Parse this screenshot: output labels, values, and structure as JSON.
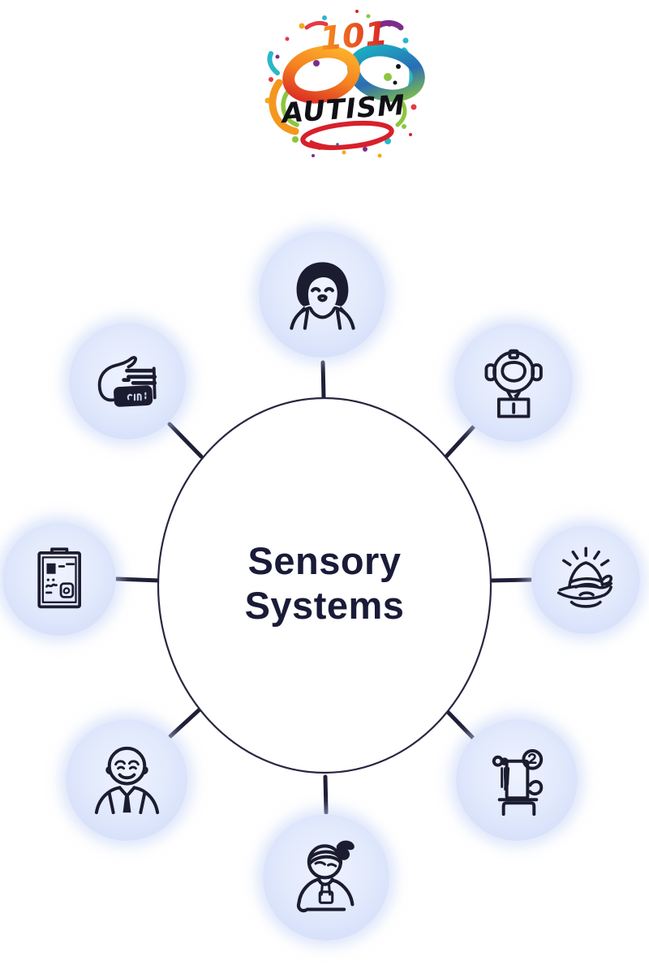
{
  "logo": {
    "number": "101",
    "brand": "AUTISM"
  },
  "diagram": {
    "title": "Sensory Systems",
    "center_shape": "ellipse",
    "nodes": [
      {
        "position": "top",
        "icon": "child-face-icon",
        "name": "child with bob haircut"
      },
      {
        "position": "top-right",
        "icon": "headphones-person-icon",
        "name": "person wearing headphones"
      },
      {
        "position": "right",
        "icon": "hand-glow-icon",
        "name": "hand holding glowing object"
      },
      {
        "position": "bottom-right",
        "icon": "therapy-equipment-icon",
        "name": "therapy equipment cart"
      },
      {
        "position": "bottom",
        "icon": "headband-person-icon",
        "name": "person with headband and ponytail"
      },
      {
        "position": "bottom-left",
        "icon": "bald-man-icon",
        "name": "smiling bald man in shirt and tie"
      },
      {
        "position": "left",
        "icon": "clipboard-checklist-icon",
        "name": "assessment clipboard checklist"
      },
      {
        "position": "top-left",
        "icon": "hand-card-icon",
        "name": "hand holding card"
      }
    ]
  },
  "colors": {
    "background": "#ffffff",
    "node_fill": "#dde6fb",
    "line": "#20203a",
    "title_text": "#1a1b38",
    "logo_red": "#d92027",
    "logo_orange": "#f58220",
    "logo_yellow": "#fcb92e",
    "logo_teal": "#18b8c4",
    "logo_blue": "#2a6db5",
    "logo_green": "#8bc63f",
    "logo_purple": "#7b2d8b"
  }
}
